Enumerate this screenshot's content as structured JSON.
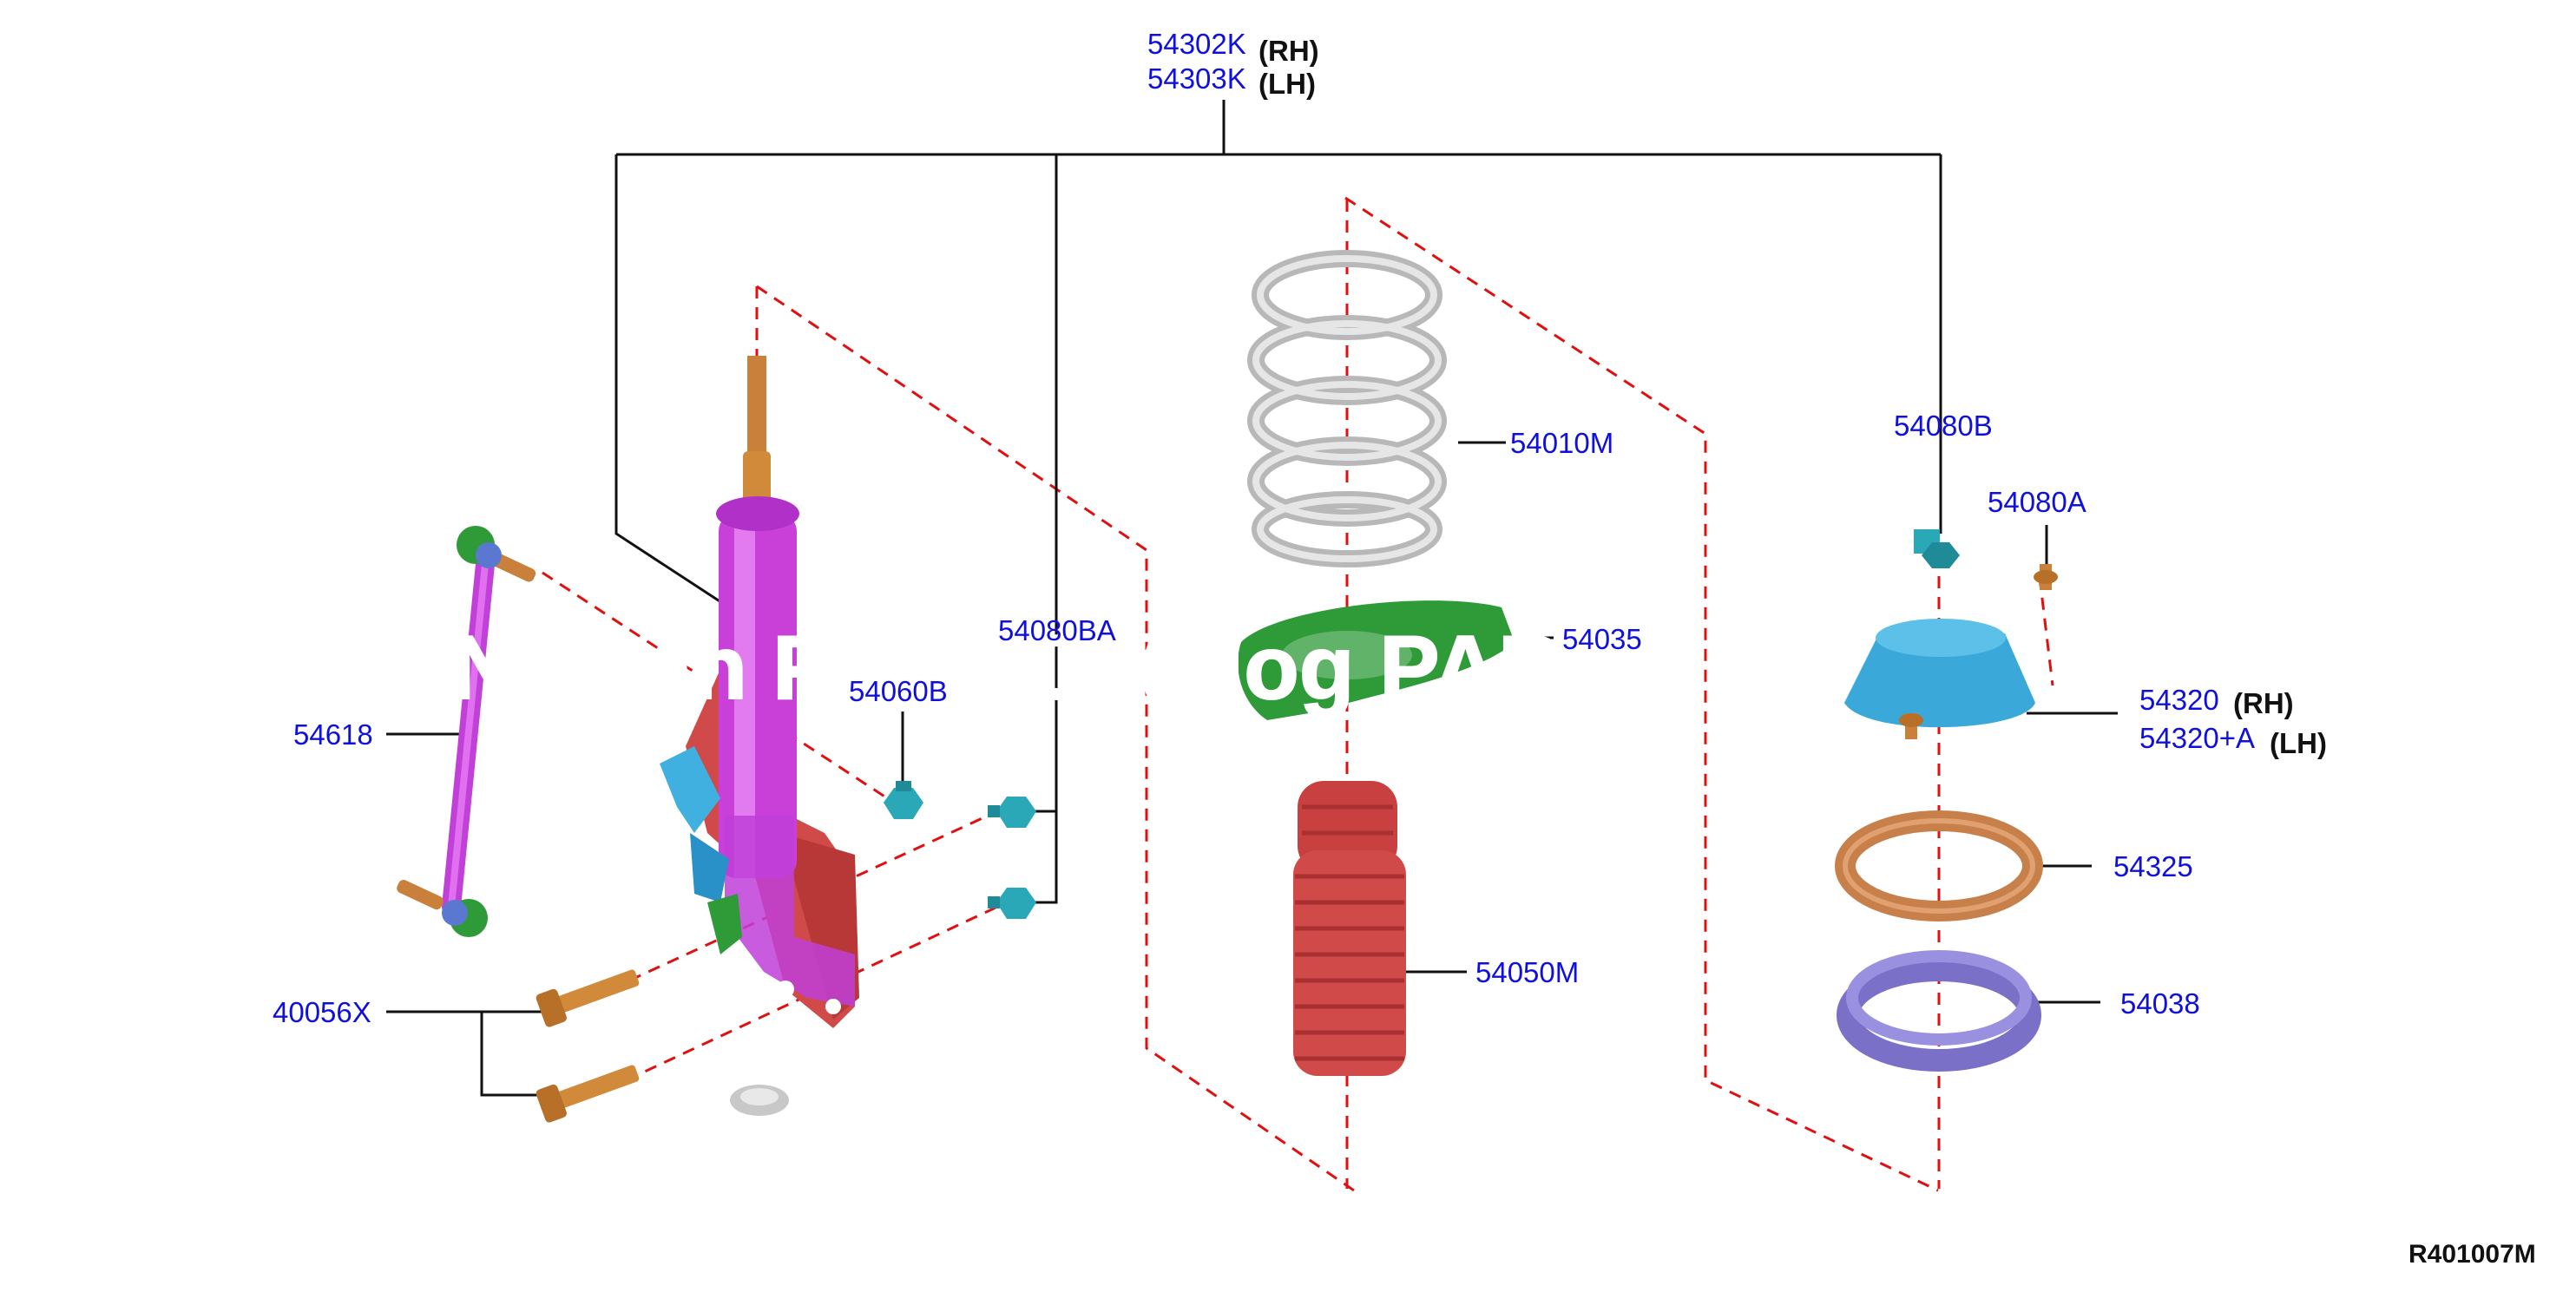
{
  "diagram": {
    "part_numbers": {
      "strut_assembly_rh": "54302K",
      "strut_assembly_lh": "54303K",
      "rh": "(RH)",
      "lh": "(LH)",
      "strut_mount_nut": "54080B",
      "strut_mount_bolt": "54080A",
      "strut_mount_rh": "54320",
      "strut_mount_lh": "54320+A",
      "spring": "54010M",
      "spring_seat": "54035",
      "bound_bumper": "54050M",
      "bearing_seat": "54325",
      "bearing": "54038",
      "stabilizer_link": "54618",
      "strut_nut": "54080BA",
      "link_nut": "54060B",
      "strut_bolt": "40056X"
    },
    "reference_code": "R401007M",
    "watermark": "Nissan Parts Catalog PARTS"
  },
  "colors": {
    "label_blue": "#1010dd",
    "strut_magenta": "#d040e0",
    "spring_gray": "#c8c8c8",
    "seat_green": "#2e9a38",
    "boot_red": "#d84848",
    "mount_blue": "#3aa8d8",
    "bearing_copper": "#c8804a",
    "bearing_purple": "#8a80d8",
    "bolt_orange": "#d08a3a",
    "nut_teal": "#2aa8b8"
  }
}
